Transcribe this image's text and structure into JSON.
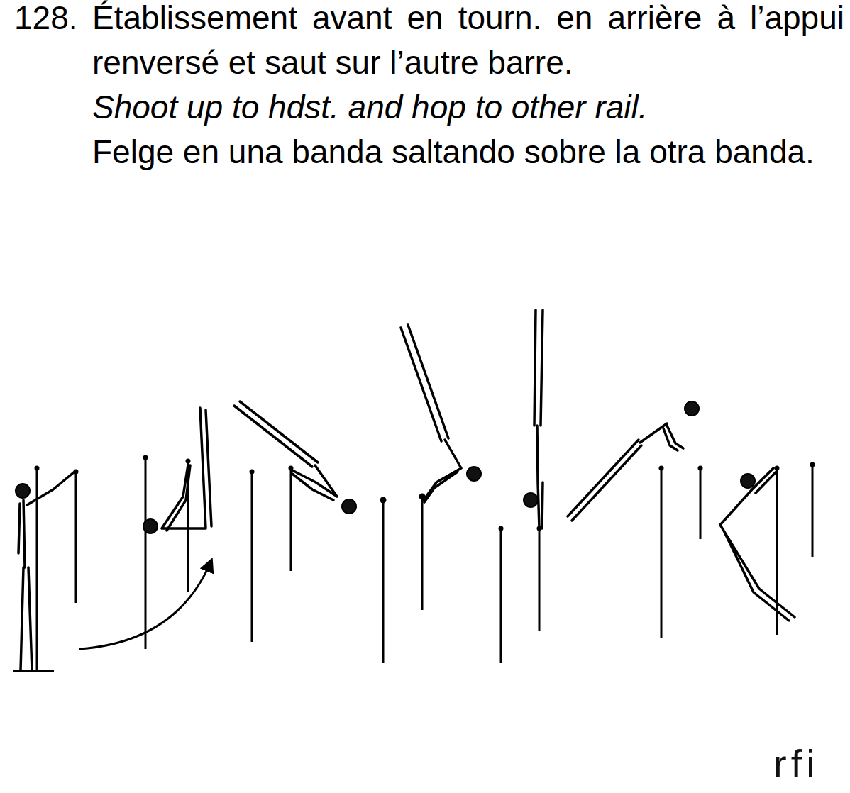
{
  "diagram": {
    "labels": [
      "128.",
      "Établissement avant en tourn. en arrière à l’appui renversé et saut sur l’autre barre.",
      "Shoot up to hdst. and hop to other rail.",
      "Felge en una banda saltando sobre la otra banda.",
      "rfi"
    ]
  }
}
